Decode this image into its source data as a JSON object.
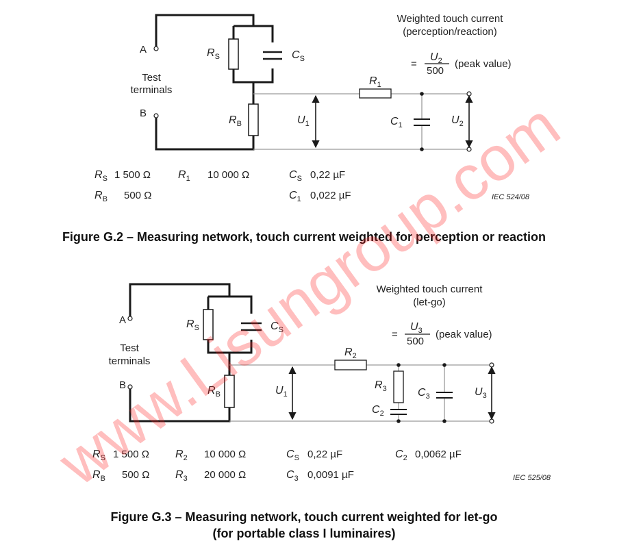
{
  "fig2": {
    "title_line1": "Weighted touch current",
    "title_line2": "(perception/reaction)",
    "formula_eq": "=",
    "formula_num": "U",
    "formula_num_sub": "2",
    "formula_den": "500",
    "formula_note": "(peak value)",
    "terminal_a": "A",
    "terminal_b": "B",
    "test_terminals_1": "Test",
    "test_terminals_2": "terminals",
    "labels": {
      "rs": "R",
      "rs_sub": "S",
      "cs": "C",
      "cs_sub": "S",
      "rb": "R",
      "rb_sub": "B",
      "u1": "U",
      "u1_sub": "1",
      "r1": "R",
      "r1_sub": "1",
      "c1": "C",
      "c1_sub": "1",
      "u2": "U",
      "u2_sub": "2"
    },
    "values": {
      "rs_sym": "R",
      "rs_sym_sub": "S",
      "rs_val": "1 500 Ω",
      "rb_sym": "R",
      "rb_sym_sub": "B",
      "rb_val": "500 Ω",
      "r1_sym": "R",
      "r1_sym_sub": "1",
      "r1_val": "10 000 Ω",
      "cs_sym": "C",
      "cs_sym_sub": "S",
      "cs_val": "0,22 µF",
      "c1_sym": "C",
      "c1_sym_sub": "1",
      "c1_val": "0,022 µF"
    },
    "iec_ref": "IEC   524/08",
    "caption": "Figure G.2 – Measuring network, touch current weighted for perception or reaction"
  },
  "fig3": {
    "title_line1": "Weighted touch current",
    "title_line2": "(let-go)",
    "formula_eq": "=",
    "formula_num": "U",
    "formula_num_sub": "3",
    "formula_den": "500",
    "formula_note": "(peak value)",
    "terminal_a": "A",
    "terminal_b": "B",
    "test_terminals_1": "Test",
    "test_terminals_2": "terminals",
    "labels": {
      "rs": "R",
      "rs_sub": "S",
      "cs": "C",
      "cs_sub": "S",
      "rb": "R",
      "rb_sub": "B",
      "u1": "U",
      "u1_sub": "1",
      "r2": "R",
      "r2_sub": "2",
      "r3": "R",
      "r3_sub": "3",
      "c2": "C",
      "c2_sub": "2",
      "c3": "C",
      "c3_sub": "3",
      "u3": "U",
      "u3_sub": "3"
    },
    "values": {
      "rs_sym": "R",
      "rs_sym_sub": "S",
      "rs_val": "1 500 Ω",
      "rb_sym": "R",
      "rb_sym_sub": "B",
      "rb_val": "500 Ω",
      "r2_sym": "R",
      "r2_sym_sub": "2",
      "r2_val": "10 000 Ω",
      "r3_sym": "R",
      "r3_sym_sub": "3",
      "r3_val": "20 000 Ω",
      "cs_sym": "C",
      "cs_sym_sub": "S",
      "cs_val": "0,22 µF",
      "c3_sym": "C",
      "c3_sym_sub": "3",
      "c3_val": "0,0091 µF",
      "c2_sym": "C",
      "c2_sym_sub": "2",
      "c2_val": "0,0062 µF"
    },
    "iec_ref": "IEC   525/08",
    "caption_line1": "Figure G.3 – Measuring network, touch current weighted for let-go",
    "caption_line2": "(for portable class I luminaires)"
  },
  "watermark": "www.Lisungroup.com",
  "colors": {
    "line": "#1a1a1a",
    "thin_line": "#9a9a9a",
    "watermark": "#ff1a1a"
  }
}
